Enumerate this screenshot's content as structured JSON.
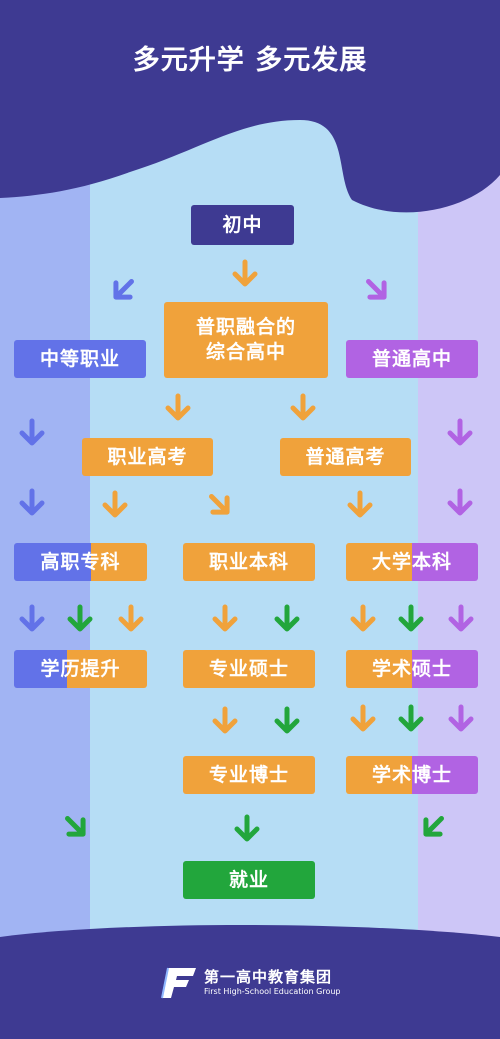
{
  "title": "多元升学  多元发展",
  "nodes": {
    "junior_high": "初中",
    "integrated_high": "普职融合的\n综合高中",
    "vocational_secondary": "中等职业",
    "general_high": "普通高中",
    "vocational_exam": "职业高考",
    "general_exam": "普通高考",
    "higher_vocational": "高职专科",
    "vocational_bachelor": "职业本科",
    "university_bachelor": "大学本科",
    "degree_upgrade": "学历提升",
    "professional_master": "专业硕士",
    "academic_master": "学术硕士",
    "professional_doctor": "专业博士",
    "academic_doctor": "学术博士",
    "employment": "就业"
  },
  "brand": {
    "name_cn": "第一高中教育集团",
    "name_en": "First High-School Education Group",
    "logo_letter": "F"
  },
  "colors": {
    "navy": "#3e3a92",
    "orange": "#f0a23b",
    "blue": "#6272e8",
    "purple": "#b163e3",
    "green": "#22a63c",
    "bg_center": "#b6ddf5",
    "bg_left": "#a1b4f3",
    "bg_right": "#cdc6f7"
  }
}
